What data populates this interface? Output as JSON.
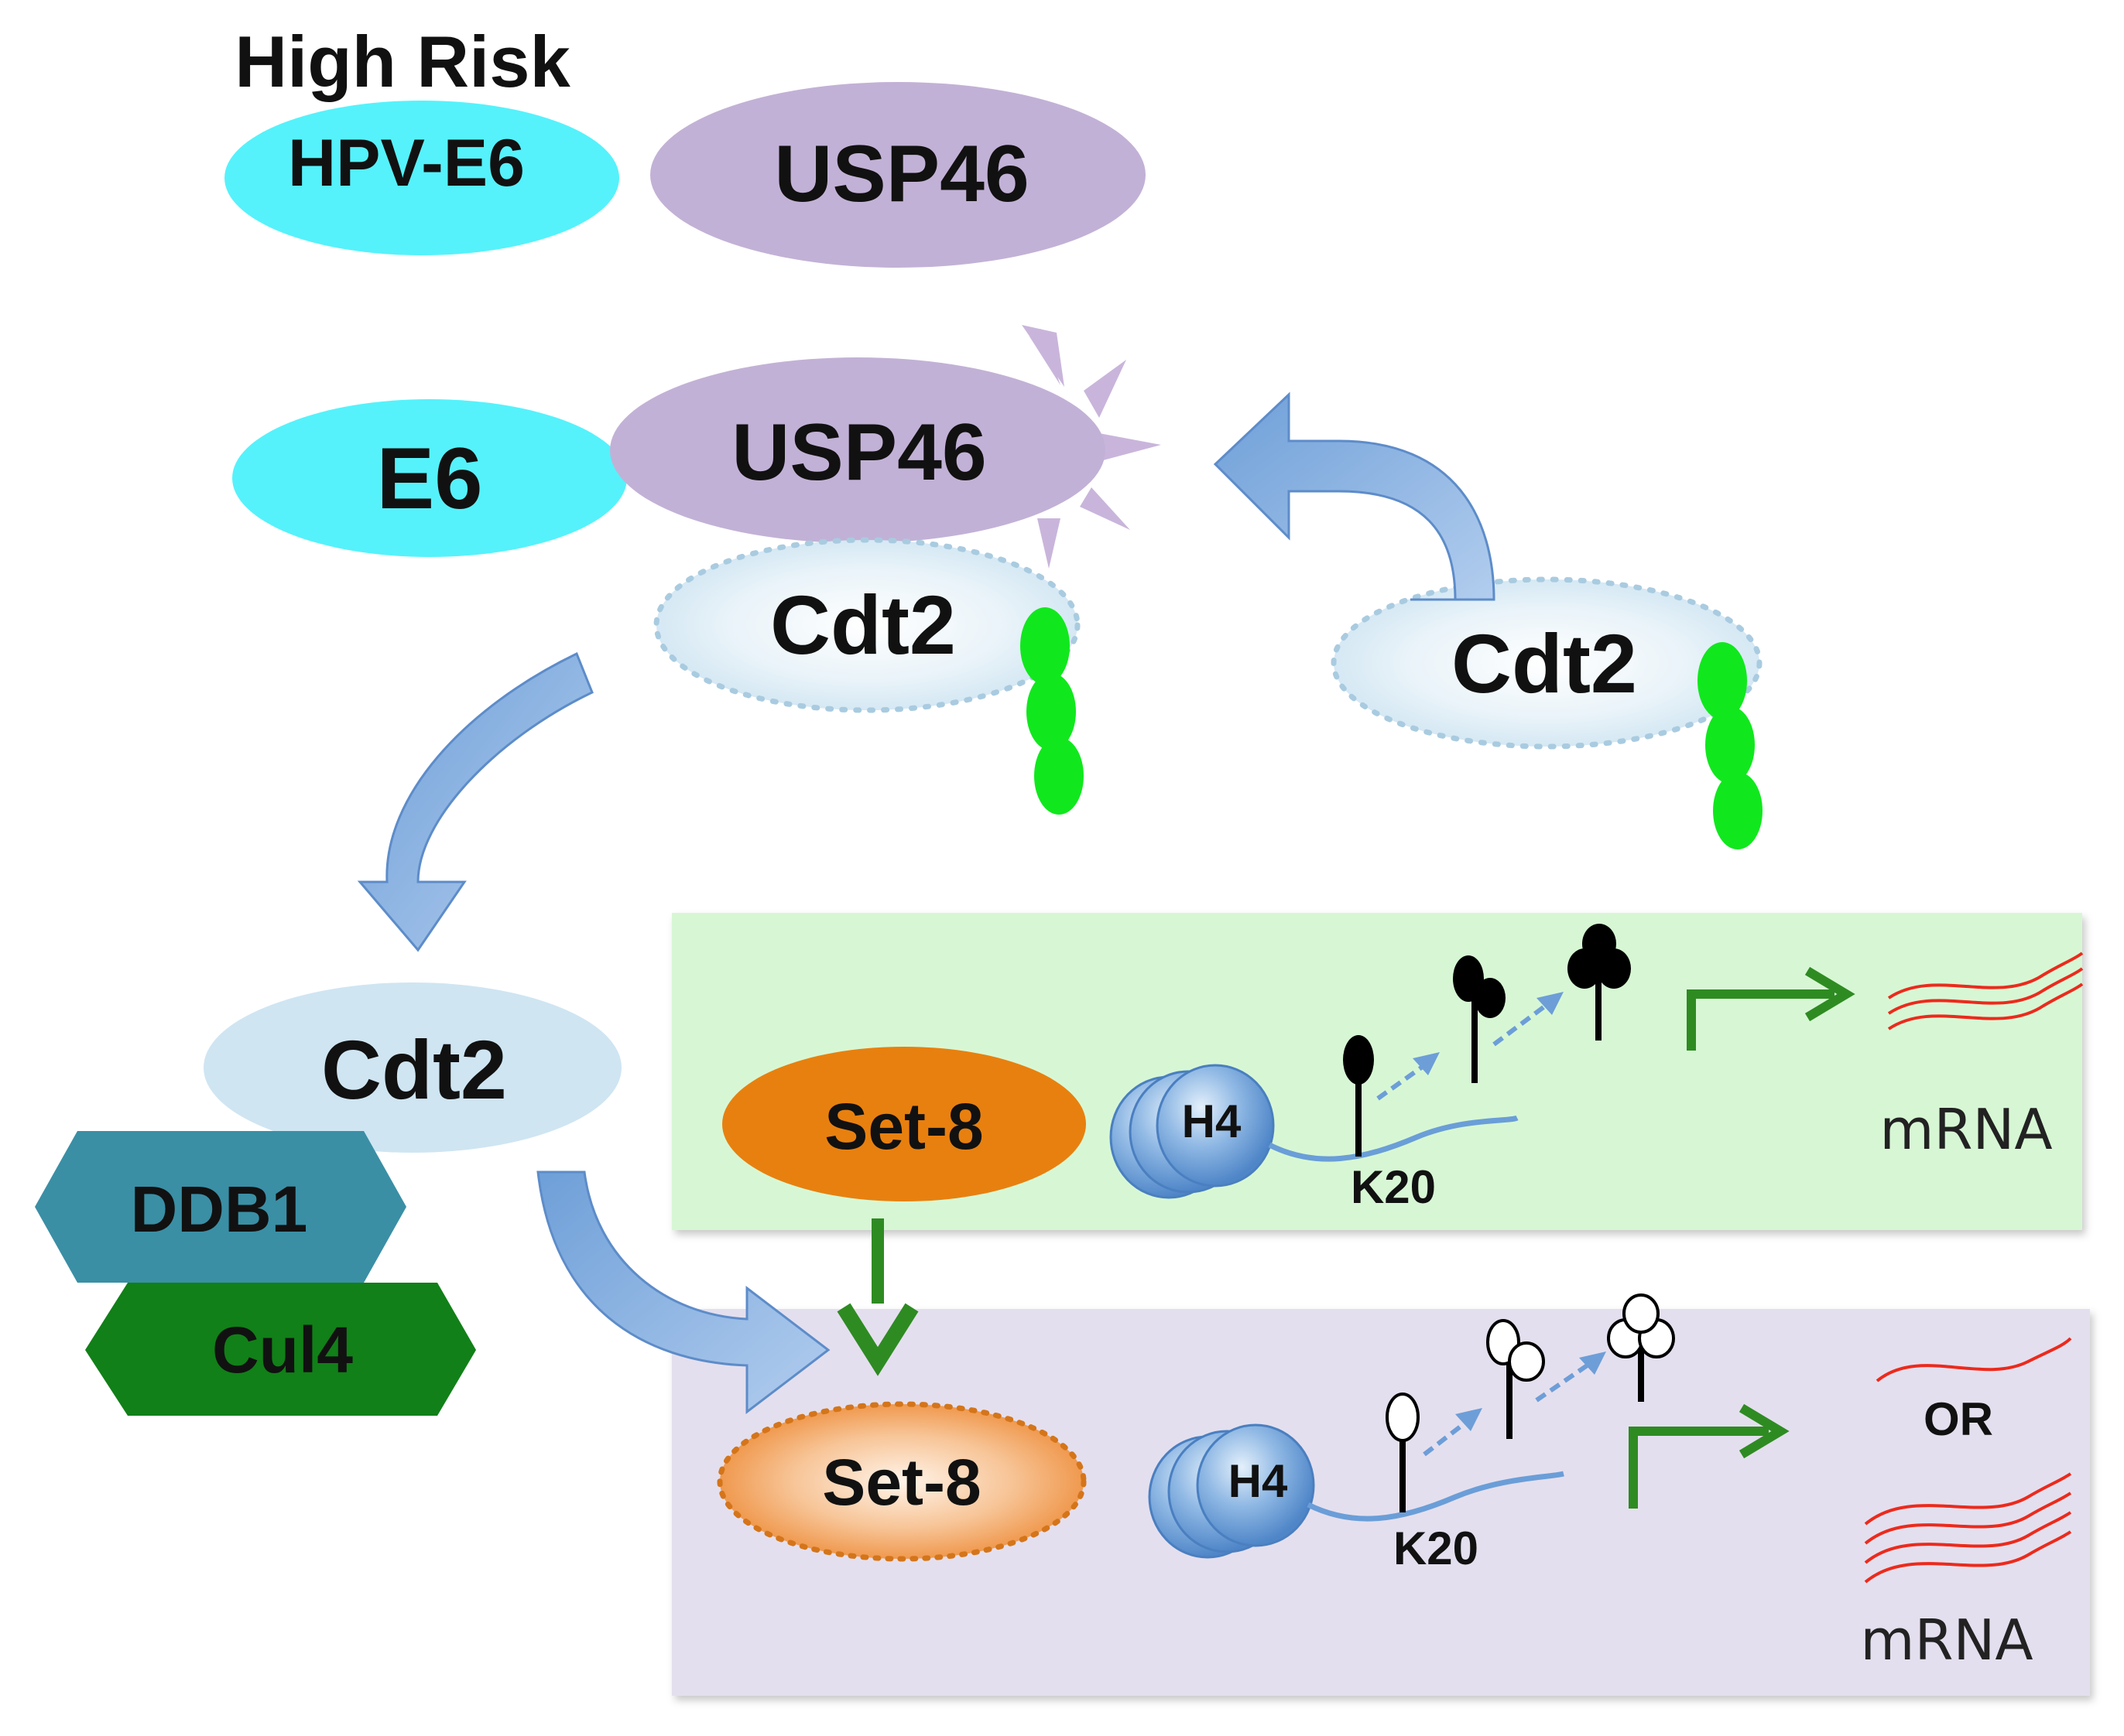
{
  "title": "High Risk",
  "colors": {
    "e6": "#55f2fb",
    "usp46": "#c2b1d6",
    "cdt2_light": "#cfe5f2",
    "set8": "#e8800f",
    "ddb1": "#3a8fa5",
    "cul4": "#118018",
    "green_panel": "#d7f7d4",
    "purple_panel": "#e4dfee",
    "arrow_blue": "#8ab0de",
    "arrow_green": "#2e8b22",
    "ubiquitin": "#10e81d",
    "mrna_red": "#ec2a1c"
  },
  "proteins": {
    "hpv_e6": "HPV-E6",
    "usp46_top": "USP46",
    "e6": "E6",
    "usp46_mid": "USP46",
    "cdt2_bound": "Cdt2",
    "cdt2_free": "Cdt2",
    "cdt2_complex": "Cdt2",
    "ddb1": "DDB1",
    "cul4": "Cul4"
  },
  "panel_active": {
    "set8": "Set-8",
    "histone": "H4",
    "residue": "K20",
    "mrna": "mRNA"
  },
  "panel_degraded": {
    "set8": "Set-8",
    "histone": "H4",
    "residue": "K20",
    "or": "OR",
    "mrna": "mRNA"
  }
}
